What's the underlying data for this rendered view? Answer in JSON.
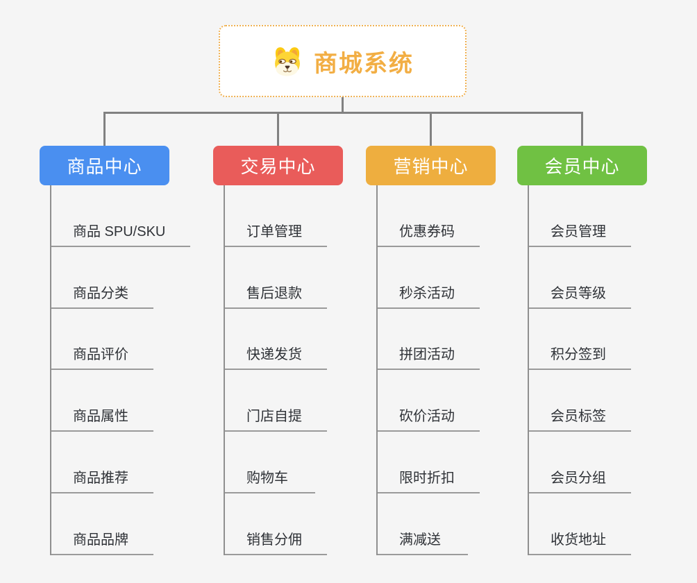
{
  "root": {
    "title": "商城系统",
    "icon": "dog-face-icon"
  },
  "branches": [
    {
      "label": "商品中心",
      "color": "#4a8ff0",
      "children": [
        "商品 SPU/SKU",
        "商品分类",
        "商品评价",
        "商品属性",
        "商品推荐",
        "商品品牌"
      ]
    },
    {
      "label": "交易中心",
      "color": "#e95c5a",
      "children": [
        "订单管理",
        "售后退款",
        "快递发货",
        "门店自提",
        "购物车",
        "销售分佣"
      ]
    },
    {
      "label": "营销中心",
      "color": "#eeae3f",
      "children": [
        "优惠券码",
        "秒杀活动",
        "拼团活动",
        "砍价活动",
        "限时折扣",
        "满减送"
      ]
    },
    {
      "label": "会员中心",
      "color": "#70c143",
      "children": [
        "会员管理",
        "会员等级",
        "积分签到",
        "会员标签",
        "会员分组",
        "收货地址"
      ]
    }
  ],
  "colors": {
    "background": "#f5f5f5",
    "connector": "#818181",
    "underline": "#9a9a9a",
    "item_text": "#2f3237",
    "root_text": "#f2ae44",
    "root_border": "#f0b152"
  }
}
